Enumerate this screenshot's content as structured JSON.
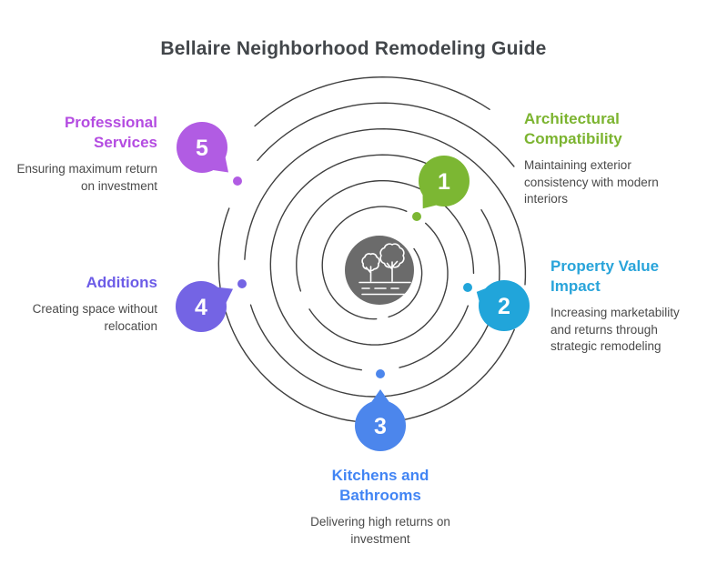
{
  "title": "Bellaire Neighborhood Remodeling Guide",
  "center": {
    "icon": "park-trees-icon"
  },
  "items": [
    {
      "number": "1",
      "label": "Architectural Compatibility",
      "description": "Maintaining exterior consistency with modern interiors",
      "color": "#7cb733",
      "text_color": "#7cb430"
    },
    {
      "number": "2",
      "label": "Property Value Impact",
      "description": "Increasing marketability and returns through strategic remodeling",
      "color": "#21a5da",
      "text_color": "#29a4da"
    },
    {
      "number": "3",
      "label": "Kitchens and Bathrooms",
      "description": "Delivering high returns on investment",
      "color": "#4c86ec",
      "text_color": "#4285f4"
    },
    {
      "number": "4",
      "label": "Additions",
      "description": "Creating space without relocation",
      "color": "#7464e4",
      "text_color": "#6c5ce7"
    },
    {
      "number": "5",
      "label": "Professional Services",
      "description": "Ensuring maximum return on investment",
      "color": "#b15ce3",
      "text_color": "#b44ce1"
    }
  ],
  "colors": {
    "spiral": "#3f3f3f",
    "center_circle": "#6b6b6b",
    "title": "#42464a",
    "description_text": "#4a4a4a"
  }
}
